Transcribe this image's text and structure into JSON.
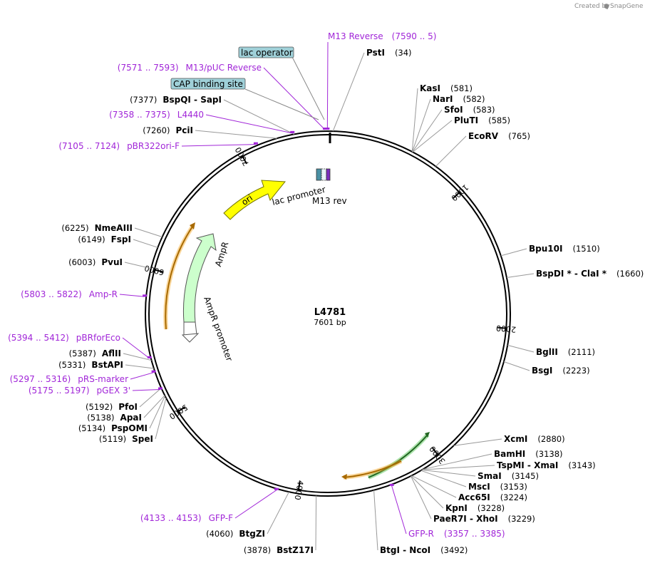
{
  "credit": {
    "created_by": "Created by",
    "brand": "SnapGene"
  },
  "plasmid": {
    "name": "L4781",
    "length_label": "7601 bp",
    "length": 7601
  },
  "colors": {
    "primer": "#a126d8",
    "ori": "#ffff00",
    "ampr": "#ccffcc",
    "orange": "#f5a623",
    "green": "#33bb33",
    "feature_box": "#9fd0d8"
  },
  "ticks": [
    "1000",
    "2000",
    "3000",
    "4000",
    "5000",
    "6000",
    "7000"
  ],
  "sites_right": [
    {
      "name": "PstI",
      "pos": "(34)"
    },
    {
      "name": "KasI",
      "pos": "(581)"
    },
    {
      "name": "NarI",
      "pos": "(582)"
    },
    {
      "name": "SfoI",
      "pos": "(583)"
    },
    {
      "name": "PluTI",
      "pos": "(585)"
    },
    {
      "name": "EcoRV",
      "pos": "(765)"
    },
    {
      "name": "Bpu10I",
      "pos": "(1510)"
    },
    {
      "name": "BspDI *  -  ClaI *",
      "pos": "(1660)"
    },
    {
      "name": "BglII",
      "pos": "(2111)"
    },
    {
      "name": "BsgI",
      "pos": "(2223)"
    },
    {
      "name": "XcmI",
      "pos": "(2880)"
    },
    {
      "name": "BamHI",
      "pos": "(3138)"
    },
    {
      "name": "TspMI  -  XmaI",
      "pos": "(3143)"
    },
    {
      "name": "SmaI",
      "pos": "(3145)"
    },
    {
      "name": "MscI",
      "pos": "(3153)"
    },
    {
      "name": "Acc65I",
      "pos": "(3224)"
    },
    {
      "name": "KpnI",
      "pos": "(3228)"
    },
    {
      "name": "PaeR7I  -  XhoI",
      "pos": "(3229)"
    },
    {
      "name": "BtgI  -  NcoI",
      "pos": "(3492)"
    }
  ],
  "sites_left": [
    {
      "name": "BspQI  -  SapI",
      "pos": "(7377)"
    },
    {
      "name": "PciI",
      "pos": "(7260)"
    },
    {
      "name": "NmeAIII",
      "pos": "(6225)"
    },
    {
      "name": "FspI",
      "pos": "(6149)"
    },
    {
      "name": "PvuI",
      "pos": "(6003)"
    },
    {
      "name": "AflII",
      "pos": "(5387)"
    },
    {
      "name": "BstAPI",
      "pos": "(5331)"
    },
    {
      "name": "PfoI",
      "pos": "(5192)"
    },
    {
      "name": "ApaI",
      "pos": "(5138)"
    },
    {
      "name": "PspOMI",
      "pos": "(5134)"
    },
    {
      "name": "SpeI",
      "pos": "(5119)"
    },
    {
      "name": "BtgZI",
      "pos": "(4060)"
    },
    {
      "name": "BstZ17I",
      "pos": "(3878)"
    }
  ],
  "primers": [
    {
      "name": "M13 Reverse",
      "range": "(7590 .. 5)"
    },
    {
      "name": "M13/pUC Reverse",
      "range": "(7571 .. 7593)"
    },
    {
      "name": "L4440",
      "range": "(7358 .. 7375)"
    },
    {
      "name": "pBR322ori-F",
      "range": "(7105 .. 7124)"
    },
    {
      "name": "Amp-R",
      "range": "(5803 .. 5822)"
    },
    {
      "name": "pBRforEco",
      "range": "(5394 .. 5412)"
    },
    {
      "name": "pRS-marker",
      "range": "(5297 .. 5316)"
    },
    {
      "name": "pGEX 3'",
      "range": "(5175 .. 5197)"
    },
    {
      "name": "GFP-F",
      "range": "(4133 .. 4153)"
    },
    {
      "name": "GFP-R",
      "range": "(3357 .. 3385)"
    }
  ],
  "boxed_features": [
    "lac operator",
    "CAP binding site"
  ],
  "features": {
    "ori": "ori",
    "ampr": "AmpR",
    "ampr_promoter": "AmpR promoter",
    "lac_promoter": "lac promoter",
    "m13_rev": "M13 rev"
  }
}
